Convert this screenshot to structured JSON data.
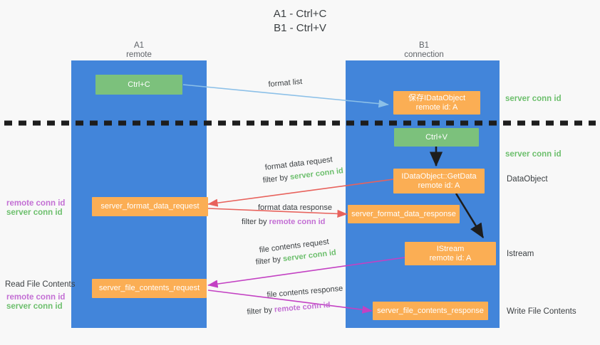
{
  "diagram": {
    "title_line1": "A1 - Ctrl+C",
    "title_line2": "B1 - Ctrl+V",
    "colors": {
      "lane": "#4285da",
      "green_box": "#7cc17c",
      "orange_box": "#fbae54",
      "server_conn_id": "#6dbf6d",
      "remote_conn_id": "#c36fd4",
      "blue_arrow": "#8cc0e8",
      "red_arrow": "#e8625c",
      "magenta_arrow": "#c341c3",
      "black_arrow": "#1d1d1d",
      "background": "#f8f8f8"
    },
    "lanes": [
      {
        "name": "A1",
        "sub": "remote"
      },
      {
        "name": "B1",
        "sub": "connection"
      }
    ],
    "nodes": {
      "ctrl_c": "Ctrl+C",
      "ctrl_v": "Ctrl+V",
      "save_dataobject_l1": "保存IDataObject",
      "save_dataobject_l2": "remote id: A",
      "getdata_l1": "IDataObject::GetData",
      "getdata_l2": "remote id: A",
      "istream_l1": "IStream",
      "istream_l2": "remote id: A",
      "server_format_data_request": "server_format_data_request",
      "server_format_data_response": "server_format_data_response",
      "server_file_contents_request": "server_file_contents_request",
      "server_file_contents_response": "server_file_contents_response"
    },
    "arrow_labels": {
      "format_list": "format list",
      "format_data_request": "format data request",
      "format_data_response": "format data response",
      "file_contents_request": "file contents request",
      "file_contents_response": "file contents response",
      "filter_by": "filter by",
      "server_conn_id": "server conn id",
      "remote_conn_id": "remote conn id"
    },
    "side_labels": {
      "right_server_conn_id_top": "server conn id",
      "right_server_conn_id_mid": "server conn id",
      "right_dataobject": "DataObject",
      "right_istream": "Istream",
      "right_write_file_contents": "Write File Contents",
      "left_read_file_contents": "Read File Contents",
      "left_remote_conn_id_1": "remote conn id",
      "left_server_conn_id_1": "server conn id",
      "left_remote_conn_id_2": "remote conn id",
      "left_server_conn_id_2": "server conn id"
    }
  }
}
